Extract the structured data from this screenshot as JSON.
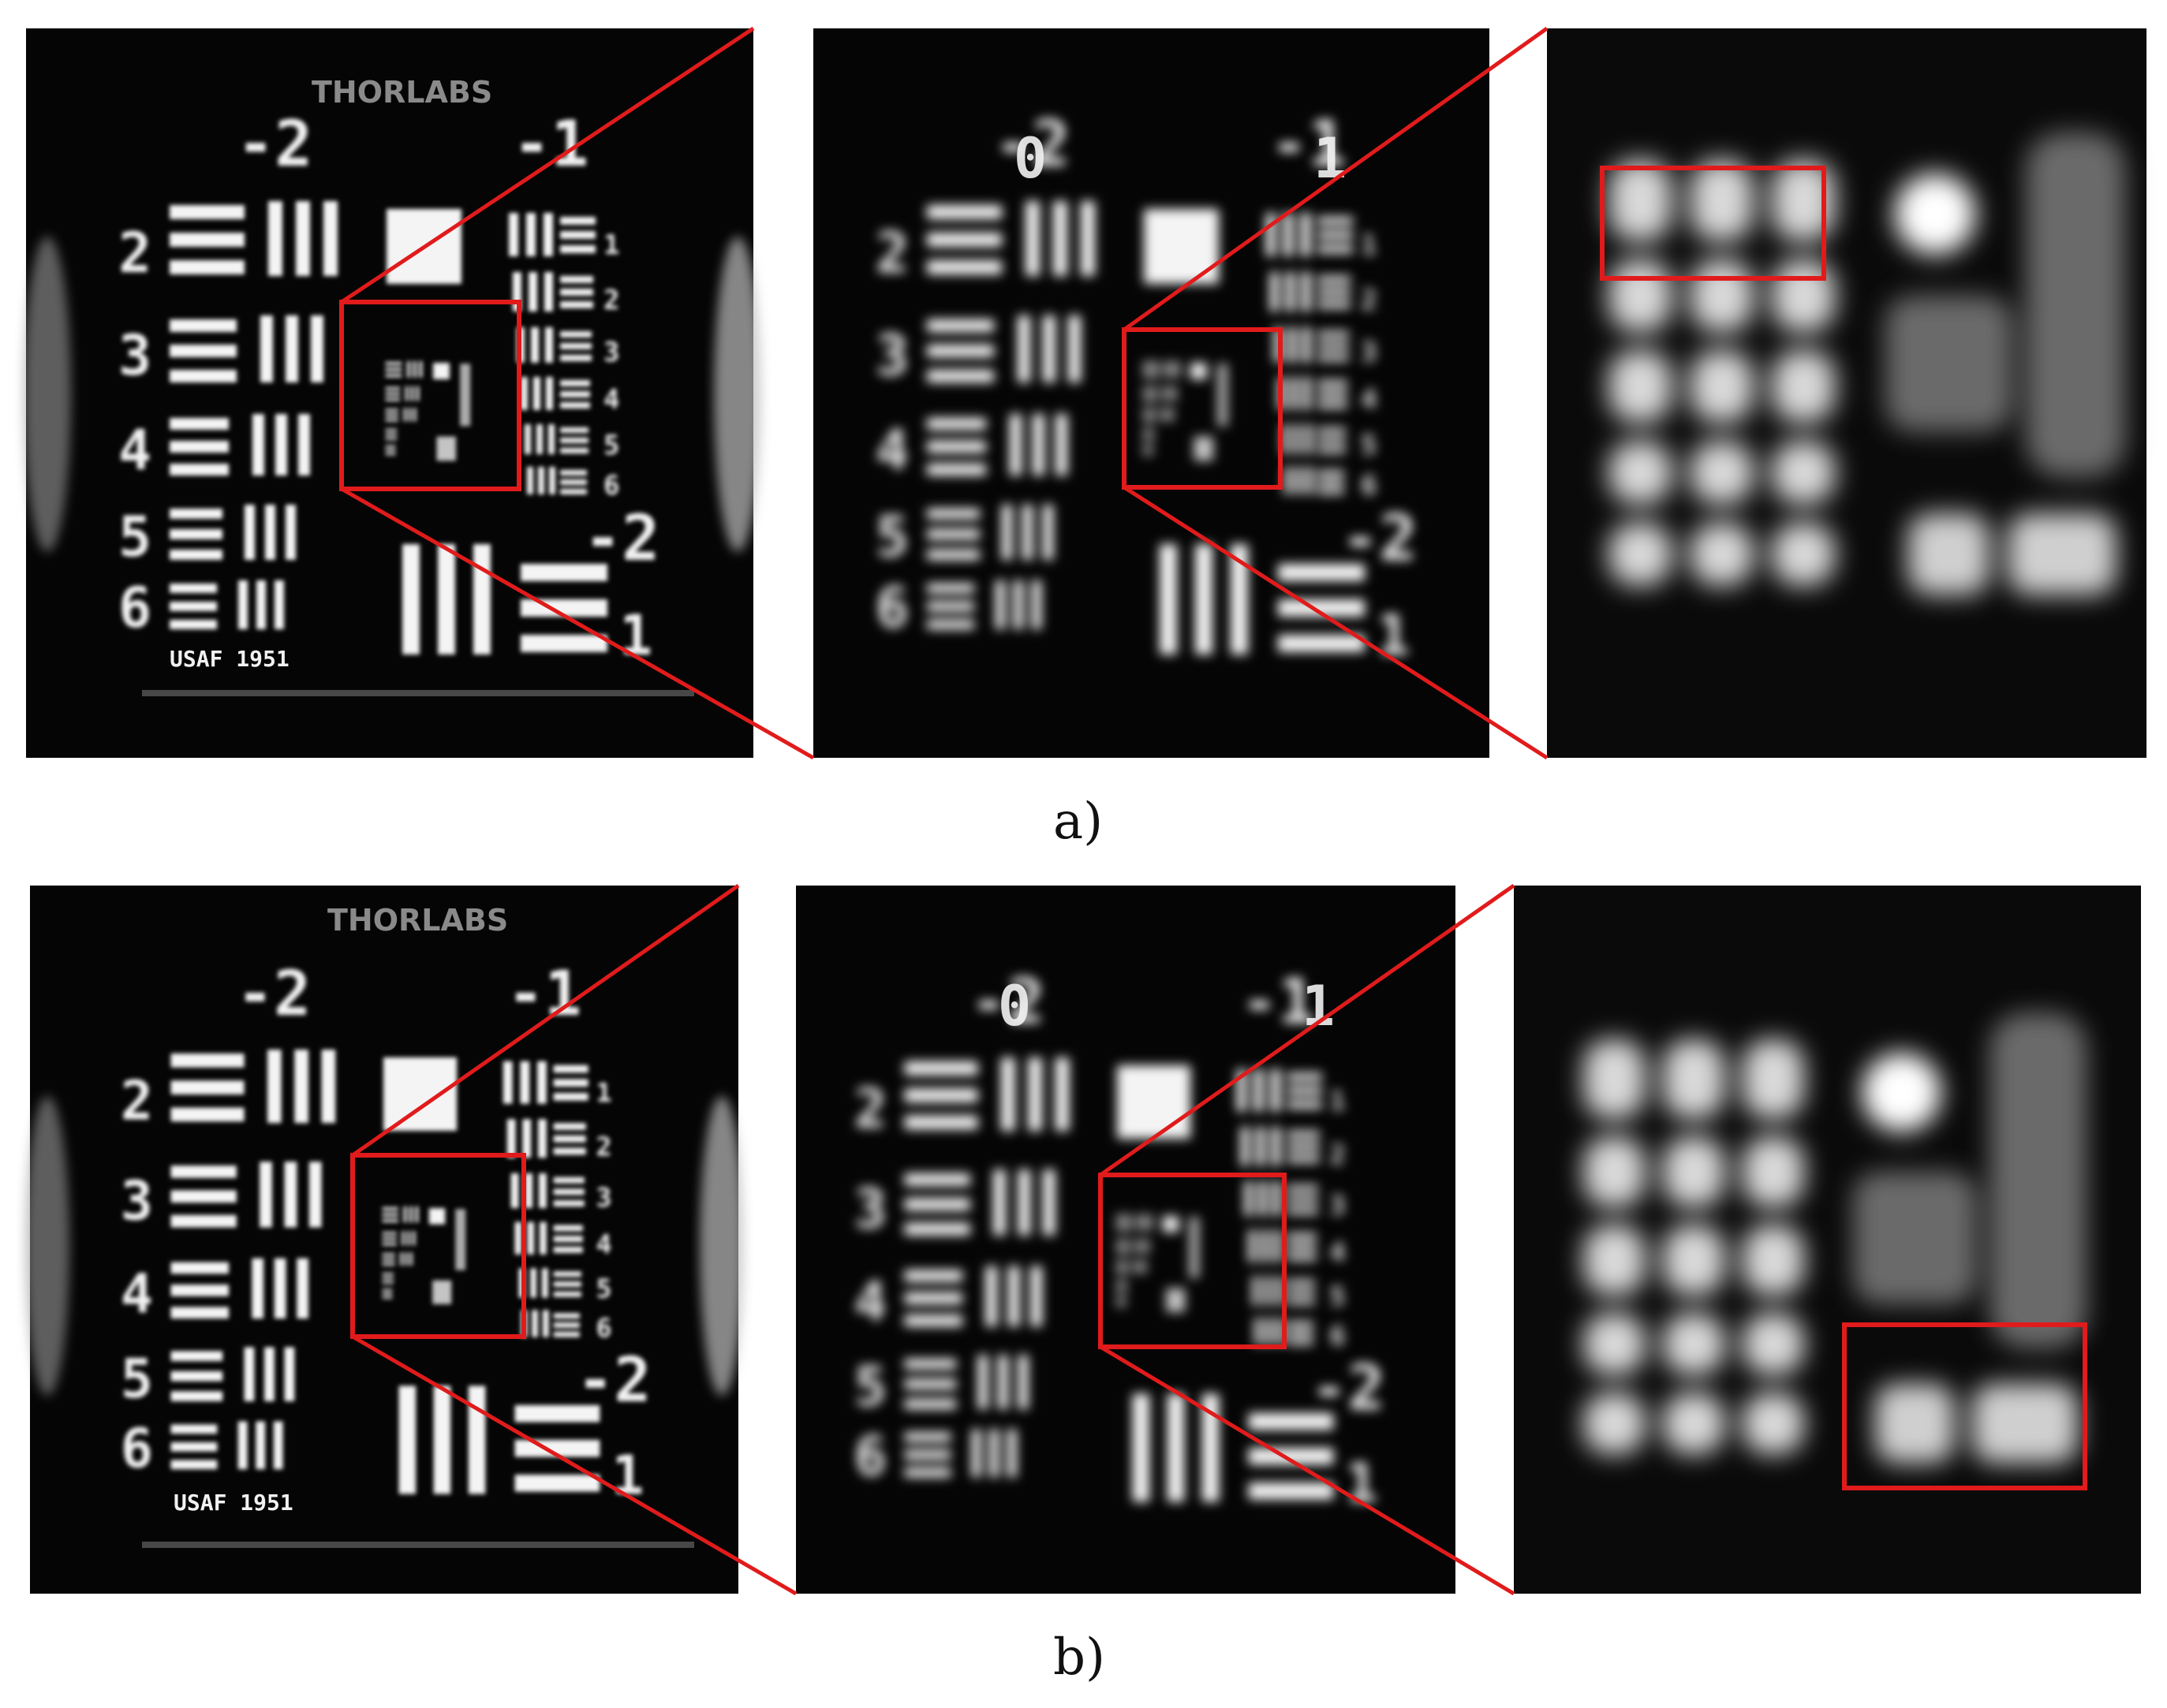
{
  "captions": {
    "a": "a)",
    "b": "b)"
  },
  "logo": "THORLABS",
  "target_label": "USAF 1951",
  "group_numbers": {
    "g_minus2": "-2",
    "g_minus1": "-1",
    "g0": "0",
    "g1": "1"
  },
  "element_numbers": [
    "1",
    "2",
    "3",
    "4",
    "5",
    "6"
  ],
  "colors": {
    "highlight": "#e11b1b",
    "panel": "#050505",
    "bars": "#f4f4f4"
  }
}
